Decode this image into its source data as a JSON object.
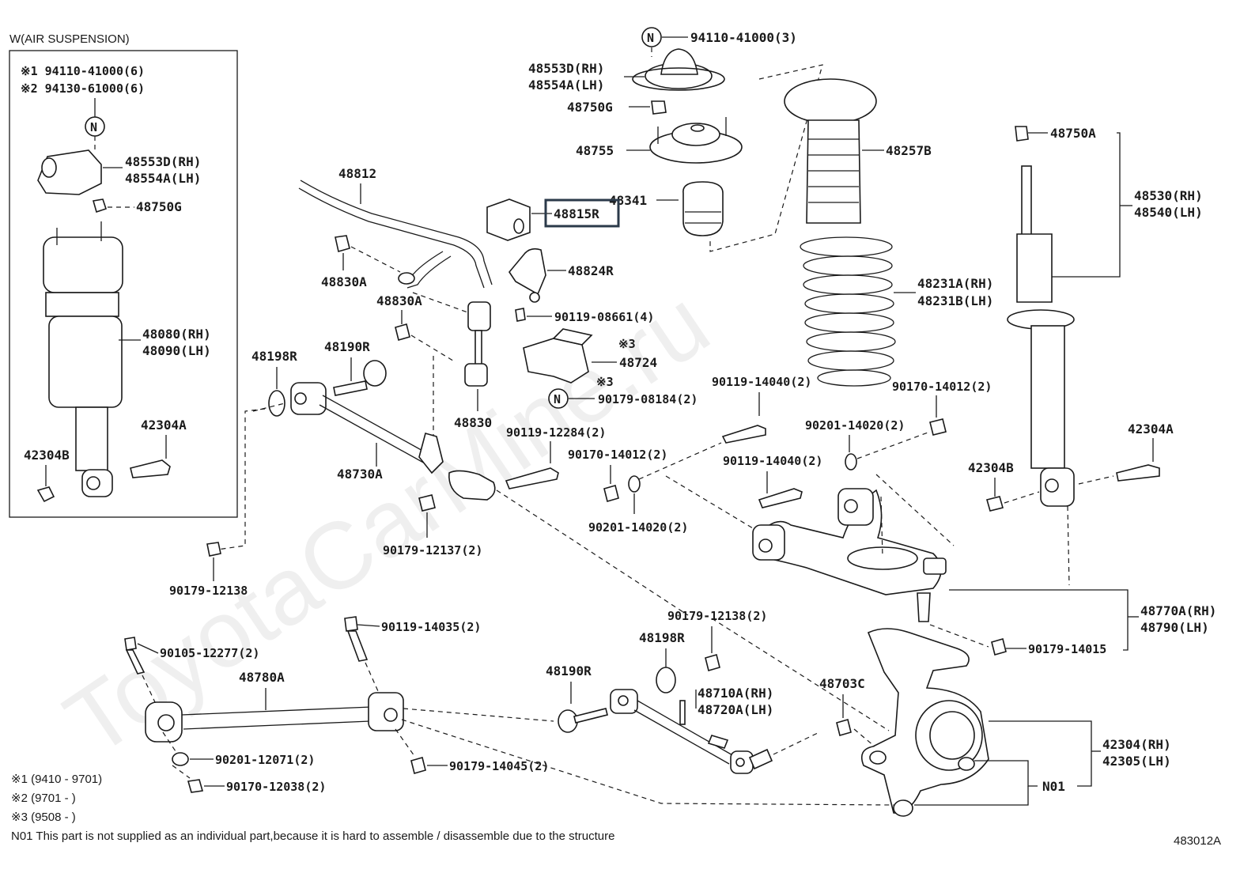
{
  "air_suspension": {
    "title": "W(AIR SUSPENSION)",
    "note1": "※1 94110-41000(6)",
    "note2": "※2 94130-61000(6)",
    "nut_symbol": "N",
    "mount_rh": "48553D(RH)",
    "mount_lh": "48554A(LH)",
    "nut": "48750G",
    "strut_rh": "48080(RH)",
    "strut_lh": "48090(LH)",
    "bolt": "42304A",
    "nut2": "42304B"
  },
  "labels": {
    "top_nut": "94110-41000(3)",
    "n_symbol": "N",
    "mount_rh": "48553D(RH)",
    "mount_lh": "48554A(LH)",
    "nut_g": "48750G",
    "seat": "48755",
    "bumper": "48341",
    "boot": "48257B",
    "stabilizer": "48812",
    "bushing_selected": "48815R",
    "bracket": "48824R",
    "bolt_8661": "90119-08661(4)",
    "link_nut_a1": "48830A",
    "link_nut_a2": "48830A",
    "mark3a": "※3",
    "cover": "48724",
    "mark3b": "※3",
    "nut_8184": "90179-08184(2)",
    "link": "48830",
    "spring_rh": "48231A(RH)",
    "spring_lh": "48231B(LH)",
    "nut_a": "48750A",
    "shock_rh": "48530(RH)",
    "shock_lh": "48540(LH)",
    "cushion_198": "48198R",
    "cushion_190": "48190R",
    "strut_rod": "48730A",
    "bolt_12284": "90119-12284(2)",
    "bolt_14040a": "90119-14040(2)",
    "nut_14012a": "90170-14012(2)",
    "washer_14020a": "90201-14020(2)",
    "nut_14012b": "90170-14012(2)",
    "bolt_14040b": "90119-14040(2)",
    "washer_14020b": "90201-14020(2)",
    "bolt_42304a": "42304A",
    "nut_42304b": "42304B",
    "nut_12137": "90179-12137(2)",
    "nut_12138a": "90179-12138",
    "nut_12138b": "90179-12138(2)",
    "upper_arm_rh": "48770A(RH)",
    "upper_arm_lh": "48790(LH)",
    "nut_14015": "90179-14015",
    "bolt_14035": "90119-14035(2)",
    "bolt_12277": "90105-12277(2)",
    "lower_arm": "48780A",
    "cushion_198b": "48198R",
    "cushion_190b": "48190R",
    "lower_rear_rh": "48710A(RH)",
    "lower_rear_lh": "48720A(LH)",
    "bracket_703": "48703C",
    "knuckle_rh": "42304(RH)",
    "knuckle_lh": "42305(LH)",
    "n01": "N01",
    "washer_12071": "90201-12071(2)",
    "nut_14045": "90179-14045(2)",
    "nut_12038": "90170-12038(2)"
  },
  "footnotes": {
    "f1": "※1 (9410 - 9701)",
    "f2": "※2 (9701 -       )",
    "f3": "※3 (9508 -       )",
    "n01": "N01 This part is not supplied as an individual part,because it is hard to assemble / disassemble due to the structure"
  },
  "diagram_id": "483012A",
  "watermark": "ToyotaCarMine.ru",
  "highlight_color": "#2b3a4a"
}
